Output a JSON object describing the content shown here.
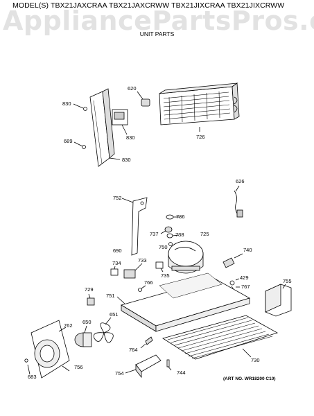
{
  "header": {
    "models": "MODEL(S) TBX21JAXCRAA  TBX21JAXCRWW  TBX21JIXCRAA  TBX21JIXCRWW",
    "watermark": "AppliancePartsPros.com",
    "section_title": "UNIT PARTS"
  },
  "footer": {
    "art_no": "(ART NO. WR18200 C10)"
  },
  "callouts": {
    "c620": "620",
    "c830a": "830",
    "c830b": "830",
    "c830c": "830",
    "c689": "689",
    "c726": "726",
    "c626": "626",
    "c752": "752",
    "c736": "736",
    "c737": "737",
    "c738": "738",
    "c725": "725",
    "c750": "750",
    "c690": "690",
    "c740": "740",
    "c734": "734",
    "c733": "733",
    "c735": "735",
    "c429": "429",
    "c767": "767",
    "c755": "755",
    "c766": "766",
    "c729": "729",
    "c751": "751",
    "c651": "651",
    "c762": "762",
    "c650": "650",
    "c764": "764",
    "c730": "730",
    "c754": "754",
    "c744": "744",
    "c756": "756",
    "c683": "683"
  },
  "colors": {
    "ink": "#000000",
    "watermark": "#bebebe",
    "background": "#ffffff"
  }
}
